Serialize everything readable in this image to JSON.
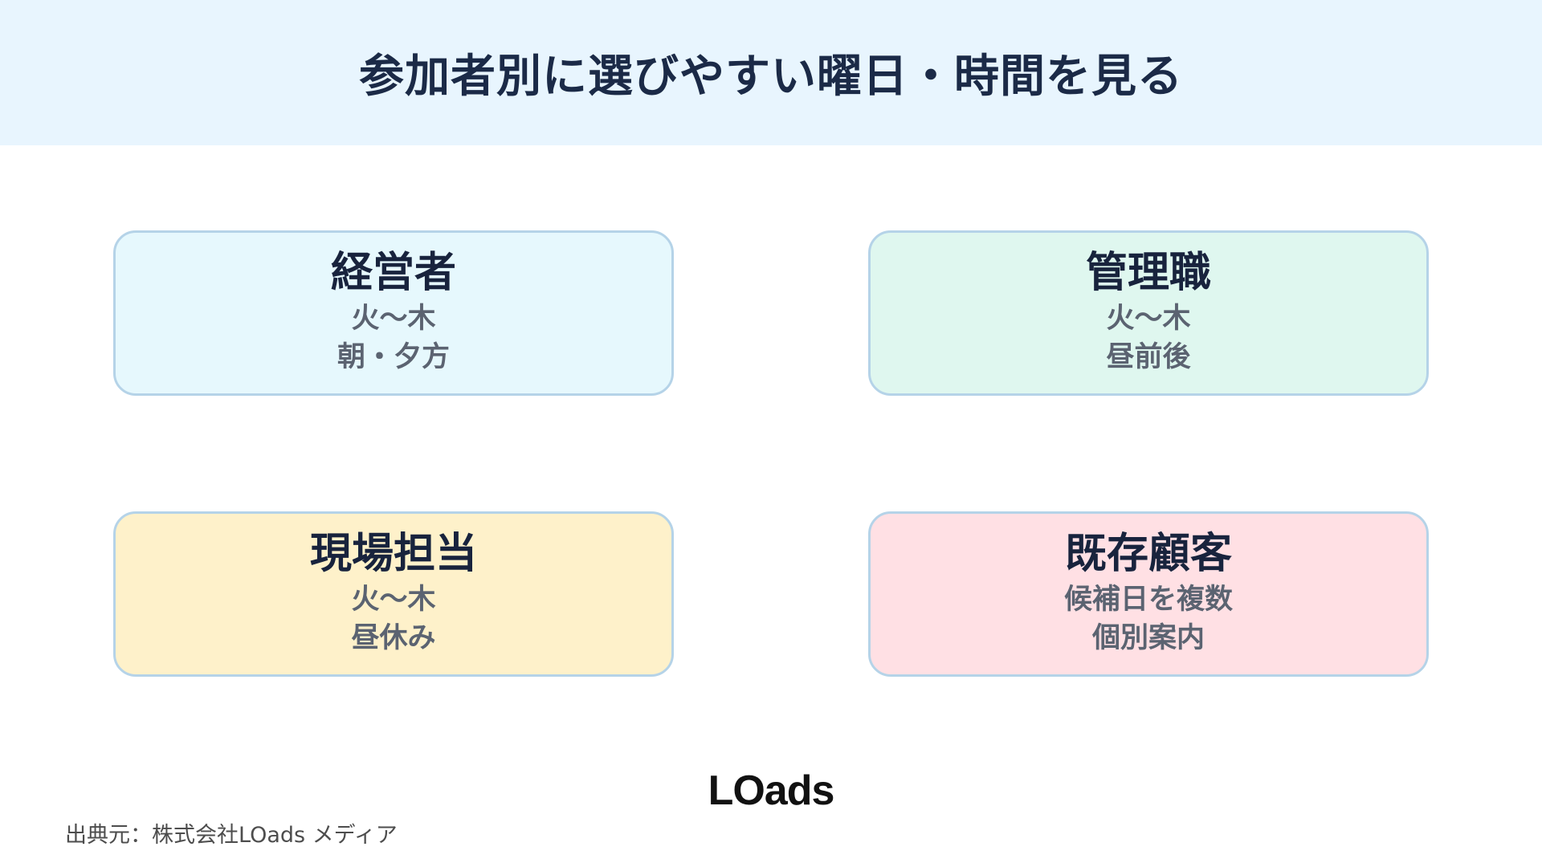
{
  "header": {
    "title": "参加者別に選びやすい曜日・時間を見る",
    "background": "#e8f5fe"
  },
  "cards": [
    {
      "title": "経営者",
      "line1": "火〜木",
      "line2": "朝・夕方",
      "color": "#e6f8fd"
    },
    {
      "title": "管理職",
      "line1": "火〜木",
      "line2": "昼前後",
      "color": "#dff7ef"
    },
    {
      "title": "現場担当",
      "line1": "火〜木",
      "line2": "昼休み",
      "color": "#fef1ca"
    },
    {
      "title": "既存顧客",
      "line1": "候補日を複数",
      "line2": "個別案内",
      "color": "#ffe0e4"
    }
  ],
  "logo": {
    "text": "LOads"
  },
  "footer": {
    "source": "出典元：株式会社LOads メディア"
  }
}
